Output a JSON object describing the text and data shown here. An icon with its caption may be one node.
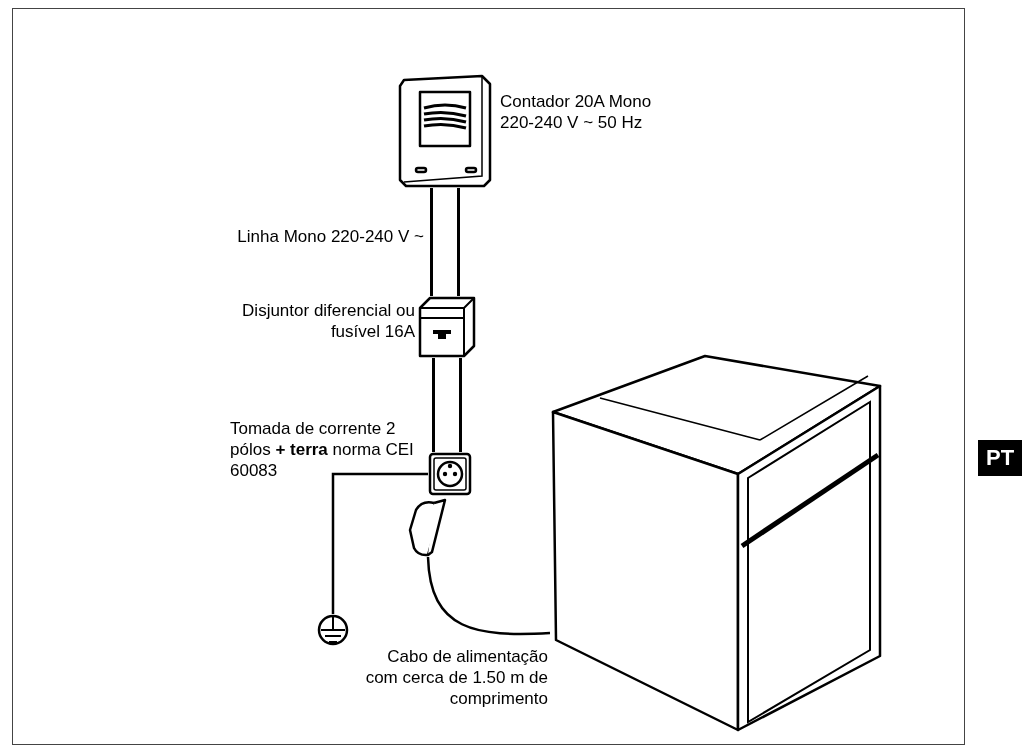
{
  "diagram": {
    "nodes": [
      {
        "text": [],
        "shape": "meter",
        "beside": [
          "Contador 20A Mono 220-240 V ~ 50 Hz"
        ]
      },
      {
        "text": [],
        "shape": "breaker",
        "beside": [
          "Disjuntor diferencial ou fusível 16A"
        ]
      },
      {
        "text": [],
        "shape": "socket",
        "beside": [
          "Tomada de corrente 2 pólos **+ terra** norma CEI 60083"
        ]
      },
      {
        "text": [],
        "shape": "ground"
      },
      {
        "text": [],
        "shape": "plug"
      },
      {
        "text": [],
        "shape": "oven"
      }
    ],
    "edges": [
      {
        "from": 0,
        "to": 1,
        "arrow": "none",
        "label": "Linha Mono 220-240 V ~",
        "style": "thick"
      },
      {
        "from": 1,
        "to": 2,
        "arrow": "none",
        "style": "thick"
      },
      {
        "from": 2,
        "to": 3,
        "arrow": "none"
      },
      {
        "from": 4,
        "to": 5,
        "arrow": "none",
        "label": "Cabo de alimentação com cerca de 1.50 m de comprimento"
      }
    ],
    "labels": [
      "PT"
    ]
  }
}
